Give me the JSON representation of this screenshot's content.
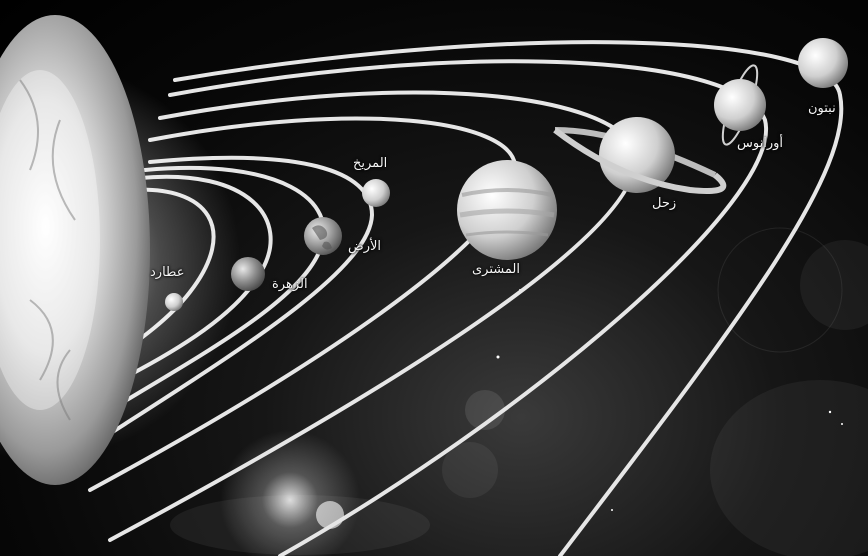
{
  "labels": {
    "mercury": "عطارد",
    "venus": "الزهرة",
    "earth": "الأرض",
    "mars": "المريخ",
    "jupiter": "المشترى",
    "saturn": "زحل",
    "uranus": "أورانوس",
    "neptune": "نبتون"
  }
}
